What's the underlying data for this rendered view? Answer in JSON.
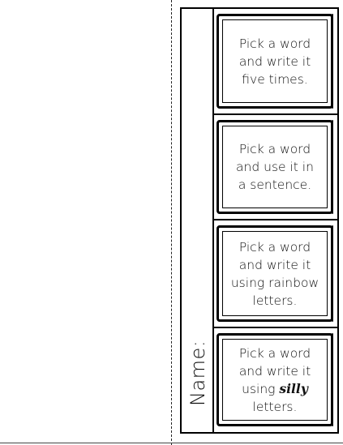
{
  "strip": {
    "name_label": "Name:",
    "cards": [
      {
        "lines": [
          "Pick a word",
          "and write it",
          "five times."
        ]
      },
      {
        "lines": [
          "Pick a word",
          "and use it in",
          "a sentence."
        ]
      },
      {
        "lines": [
          "Pick a word",
          "and write it",
          "using rainbow",
          "letters."
        ]
      },
      {
        "lines": [
          "Pick a word",
          "and write it"
        ],
        "line3_prefix": "using ",
        "line3_styled": "silly",
        "line4": "letters."
      }
    ]
  }
}
